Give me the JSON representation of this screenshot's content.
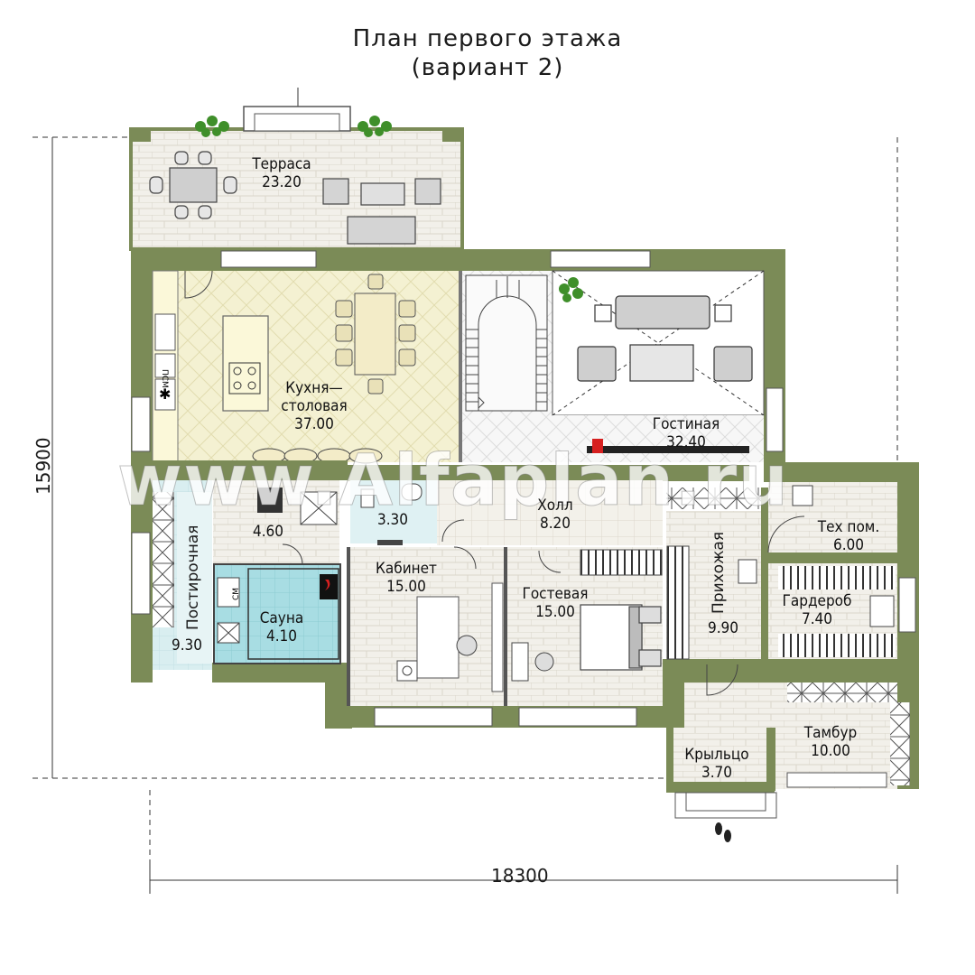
{
  "title": {
    "line1": "План первого этажа",
    "line2": "(вариант 2)"
  },
  "dimensions": {
    "width": "18300",
    "height": "15900"
  },
  "watermark": "www.Alfaplan.ru",
  "rooms": {
    "terrace": {
      "name": "Терраса",
      "area": "23.20"
    },
    "kitchen": {
      "name1": "Кухня—",
      "name2": "столовая",
      "area": "37.00"
    },
    "living": {
      "name": "Гостиная",
      "area": "32.40"
    },
    "hall": {
      "name": "Холл",
      "area": "8.20"
    },
    "room460": {
      "area": "4.60"
    },
    "room330": {
      "area": "3.30"
    },
    "laundry": {
      "name": "Постирочная",
      "area": "9.30"
    },
    "sauna": {
      "name": "Сауна",
      "area": "4.10"
    },
    "cabinet": {
      "name": "Кабинет",
      "area": "15.00"
    },
    "guest": {
      "name": "Гостевая",
      "area": "15.00"
    },
    "entry": {
      "name": "Прихожая",
      "area": "9.90"
    },
    "tech": {
      "name": "Тех пом.",
      "area": "6.00"
    },
    "wardrobe": {
      "name": "Гардероб",
      "area": "7.40"
    },
    "vestibule": {
      "name": "Тамбур",
      "area": "10.00"
    },
    "porch": {
      "name": "Крыльцо",
      "area": "3.70"
    }
  },
  "appliance_labels": {
    "washer": "СМ",
    "dishwasher": "ПСМ"
  },
  "colors": {
    "wall": "#7b8b57",
    "floor_tile": "#f1efe7",
    "kitchen_floor": "#f3f0cf",
    "sauna_floor": "#a9dfe6",
    "living_floor": "#ffffff",
    "furniture": "#cfcfcf"
  },
  "icons": [
    "plant-icon",
    "dining-table-icon",
    "sofa-icon",
    "bed-icon",
    "stove-icon",
    "fireplace-icon",
    "stairs-icon",
    "footprints-icon"
  ]
}
